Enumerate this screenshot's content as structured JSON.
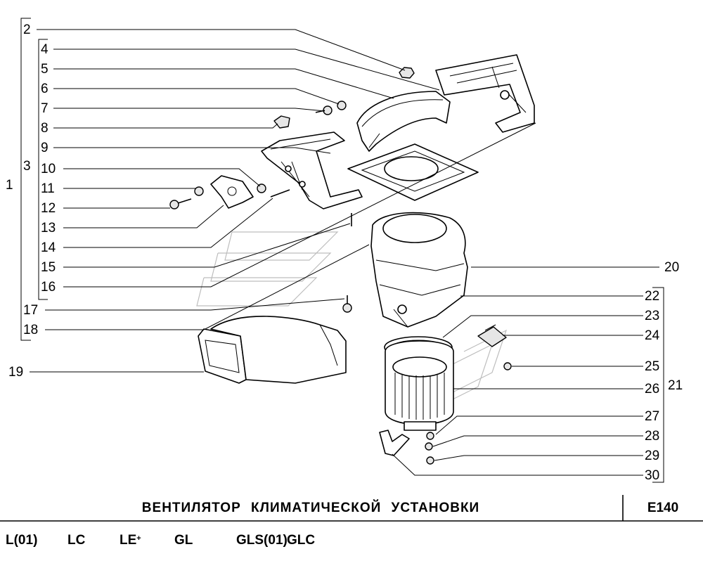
{
  "callouts": [
    "1",
    "2",
    "3",
    "4",
    "5",
    "6",
    "7",
    "8",
    "9",
    "10",
    "11",
    "12",
    "13",
    "14",
    "15",
    "16",
    "17",
    "18",
    "19",
    "20",
    "21",
    "22",
    "23",
    "24",
    "25",
    "26",
    "27",
    "28",
    "29",
    "30"
  ],
  "title": "ВЕНТИЛЯТОР  КЛИМАТИЧЕСКОЙ  УСТАНОВКИ",
  "code": "E140",
  "models": [
    {
      "name": "L(01)",
      "suffix": ""
    },
    {
      "name": "LC",
      "suffix": ""
    },
    {
      "name": "LE",
      "suffix": "+"
    },
    {
      "name": "GL",
      "suffix": ""
    },
    {
      "name": "GLS(01)",
      "suffix": ""
    },
    {
      "name": "GLC",
      "suffix": ""
    }
  ]
}
